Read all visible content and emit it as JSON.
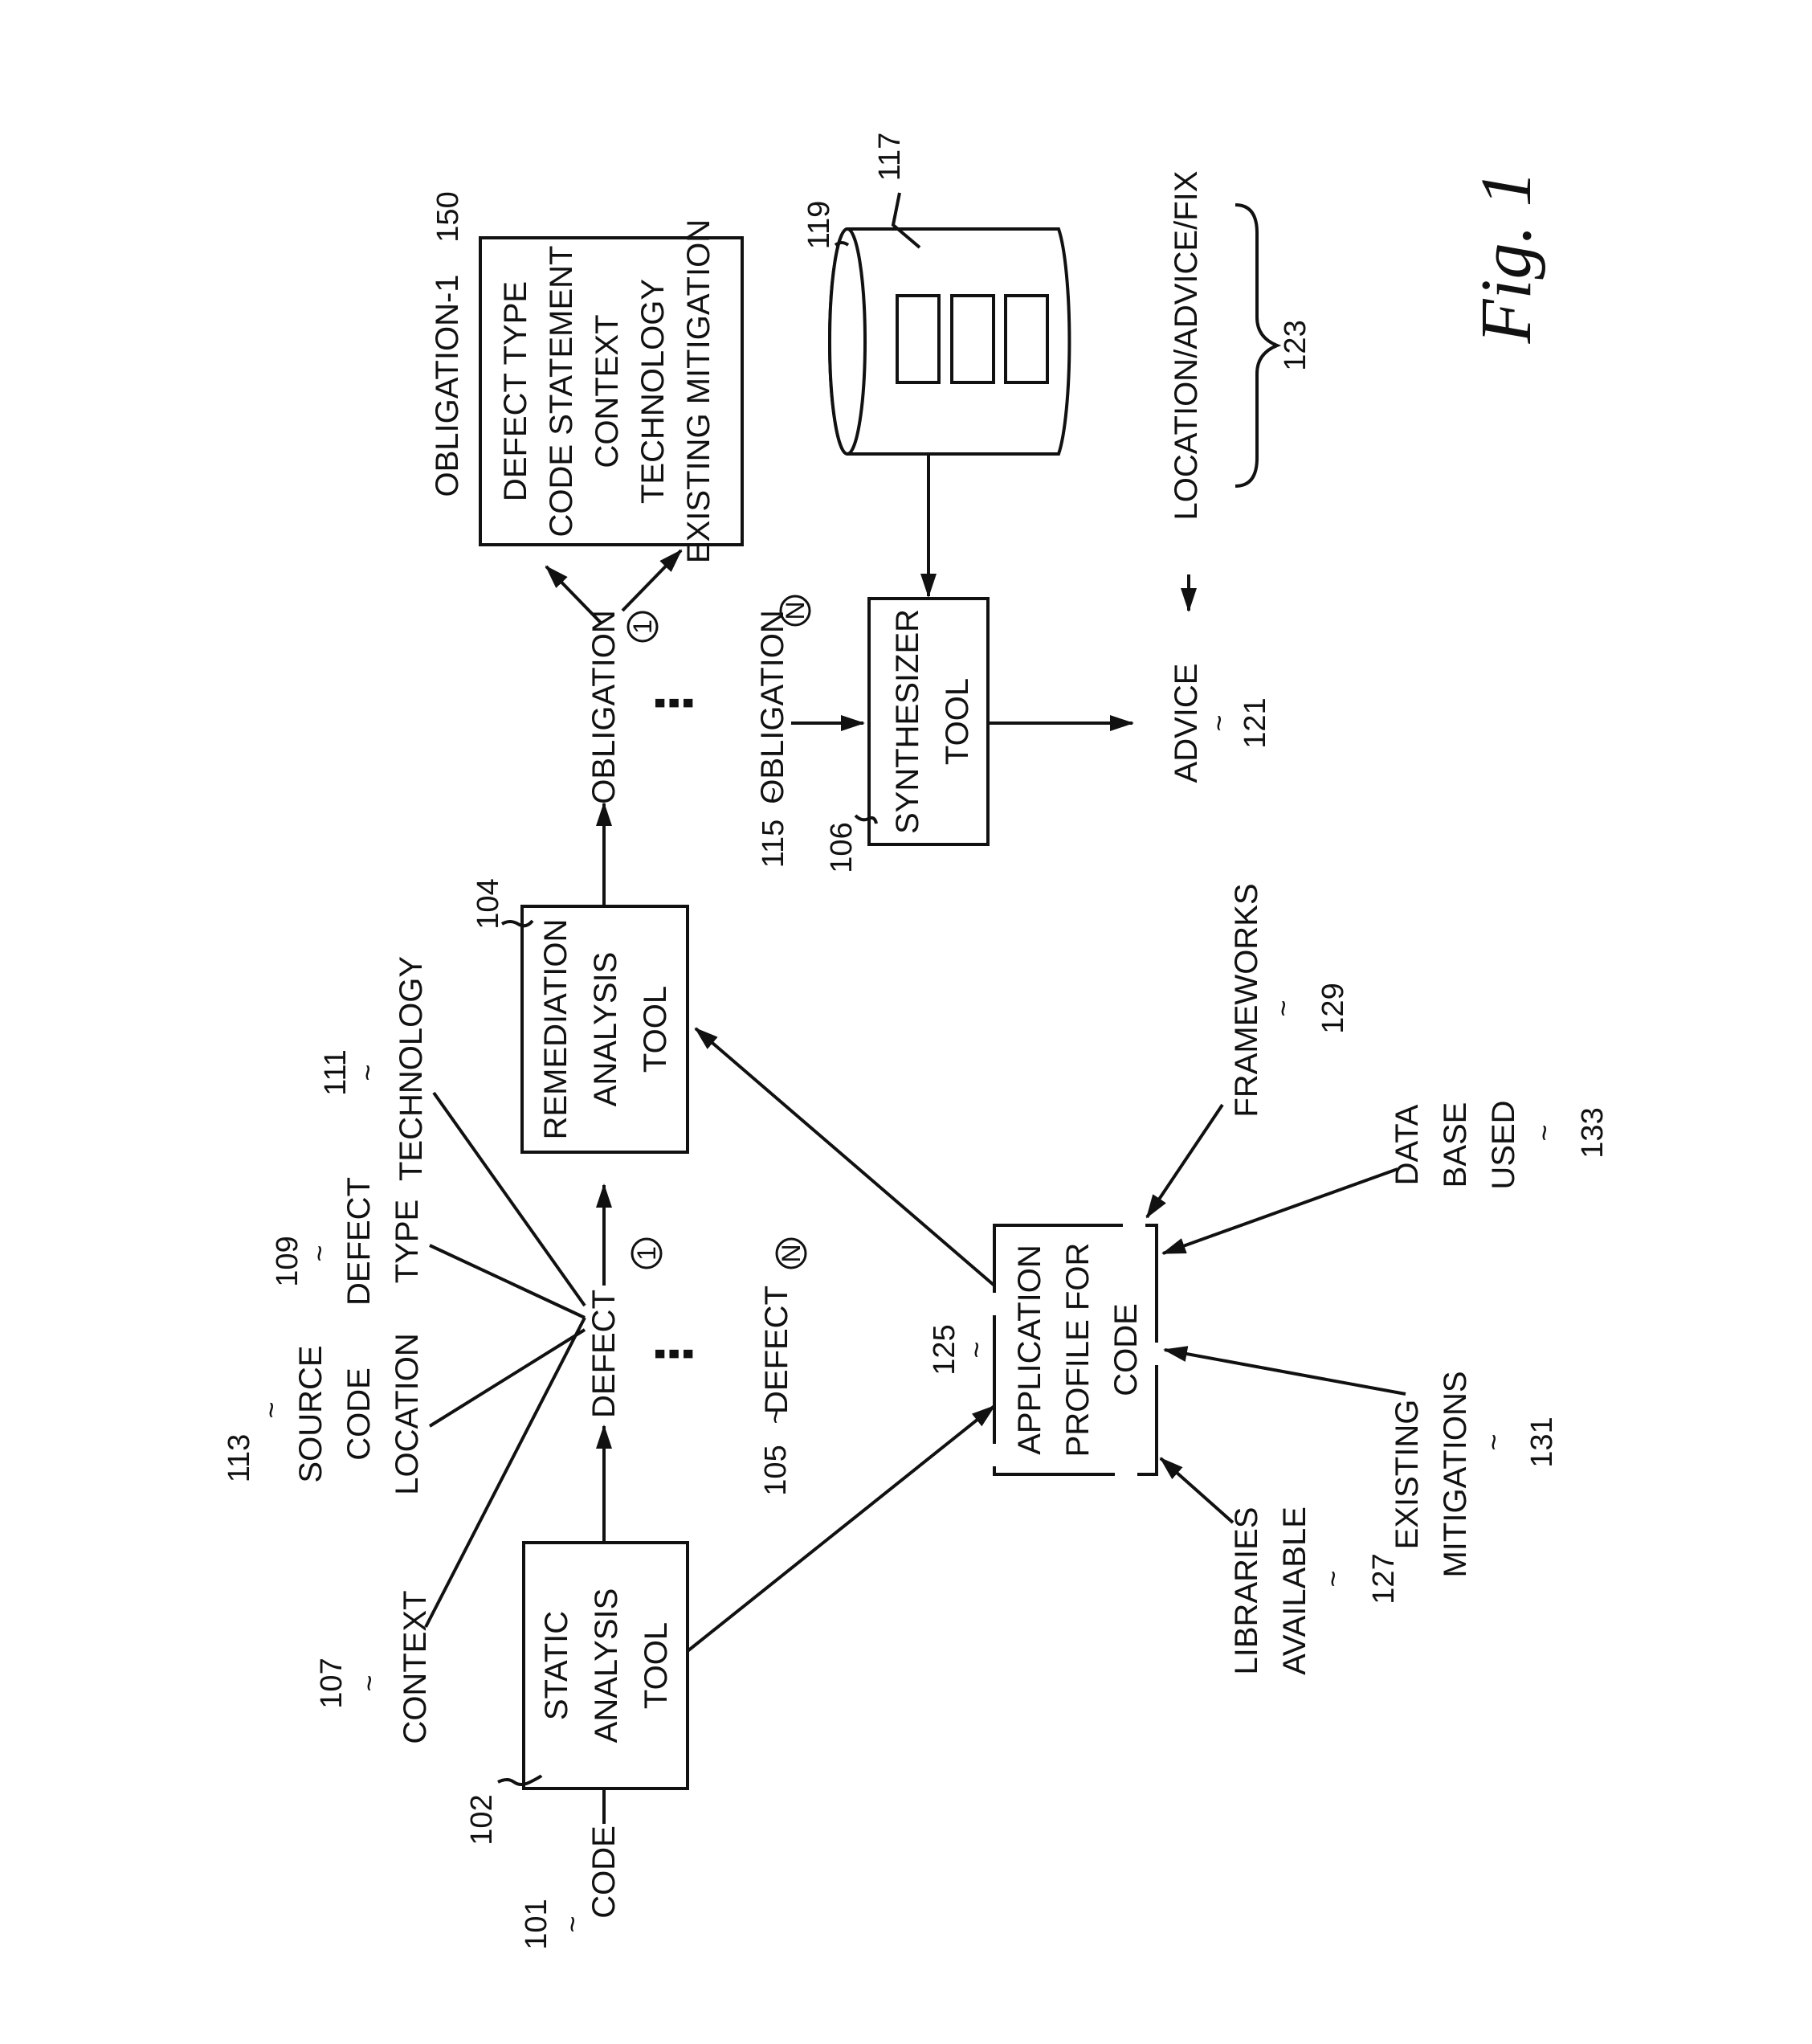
{
  "figure": {
    "label": "Fig. 1"
  },
  "code_input": {
    "label": "CODE",
    "ref": "101"
  },
  "static_tool": {
    "lines": [
      "STATIC",
      "ANALYSIS",
      "TOOL"
    ],
    "ref": "102"
  },
  "defect": {
    "label": "DEFECT",
    "marker_1": "1",
    "marker_n": "N",
    "dots": "⋮"
  },
  "defect_n": {
    "label": "DEFECT",
    "ref": "105"
  },
  "context": {
    "label": "CONTEXT",
    "ref": "107"
  },
  "source_location": {
    "lines": [
      "SOURCE",
      "CODE",
      "LOCATION"
    ],
    "ref": "113"
  },
  "defect_type": {
    "lines": [
      "DEFECT",
      "TYPE"
    ],
    "ref": "109"
  },
  "technology": {
    "label": "TECHNOLOGY",
    "ref": "111"
  },
  "remediation_tool": {
    "lines": [
      "REMEDIATION",
      "ANALYSIS",
      "TOOL"
    ],
    "ref": "104"
  },
  "obligation": {
    "label": "OBLIGATION",
    "marker_1": "1",
    "marker_n": "N",
    "dots": "⋮"
  },
  "obligation_n": {
    "label": "OBLIGATION",
    "ref": "115"
  },
  "obligation_box": {
    "title": "OBLIGATION-1",
    "ref": "150",
    "lines": [
      "DEFECT TYPE",
      "CODE STATEMENT",
      "CONTEXT",
      "TECHNOLOGY",
      "EXISTING MITIGATION"
    ]
  },
  "database": {
    "ref_cylinder": "119",
    "ref_records": "117"
  },
  "synthesizer_tool": {
    "lines": [
      "SYNTHESIZER",
      "TOOL"
    ],
    "ref": "106"
  },
  "advice": {
    "label": "ADVICE",
    "ref": "121"
  },
  "location_advice_fix": {
    "label": "LOCATION/ADVICE/FIX",
    "ref": "123"
  },
  "app_profile": {
    "lines": [
      "APPLICATION",
      "PROFILE FOR",
      "CODE"
    ],
    "ref": "125"
  },
  "libraries": {
    "lines": [
      "LIBRARIES",
      "AVAILABLE"
    ],
    "ref": "127"
  },
  "frameworks": {
    "label": "FRAMEWORKS",
    "ref": "129"
  },
  "mitigations": {
    "lines": [
      "EXISTING",
      "MITIGATIONS"
    ],
    "ref": "131"
  },
  "database_used": {
    "lines": [
      "DATA",
      "BASE",
      "USED"
    ],
    "ref": "133"
  }
}
